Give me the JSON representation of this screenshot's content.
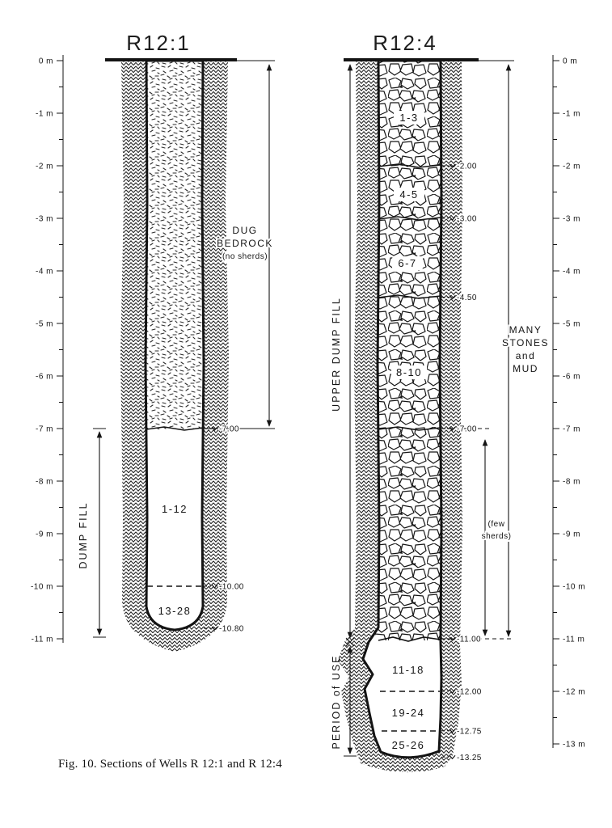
{
  "figure": {
    "caption": "Fig. 10. Sections of Wells R 12:1 and R 12:4"
  },
  "colors": {
    "ink": "#141414",
    "paper": "#ffffff"
  },
  "left_well": {
    "title": "R12:1",
    "scale": [
      "0 m",
      "-1 m",
      "-2 m",
      "-3 m",
      "-4 m",
      "-5 m",
      "-6 m",
      "-7 m",
      "-8 m",
      "-9 m",
      "-10 m",
      "-11 m"
    ],
    "bedrock_lines": [
      "DUG",
      "BEDROCK",
      "(no sherds)"
    ],
    "dump_fill_label": "DUMP FILL",
    "group_upper": "1-12",
    "group_lower": "13-28",
    "depth_marks": [
      "-7.00",
      "-10.00",
      "-10.80"
    ]
  },
  "right_well": {
    "title": "R12:4",
    "scale": [
      "0 m",
      "-1 m",
      "-2 m",
      "-3 m",
      "-4 m",
      "-5 m",
      "-6 m",
      "-7 m",
      "-8 m",
      "-9 m",
      "-10 m",
      "-11 m",
      "-12 m",
      "-13 m"
    ],
    "upper_dump_fill_label": "UPPER DUMP FILL",
    "period_of_use_label": "PERIOD of USE",
    "stones_lines": [
      "MANY",
      "STONES",
      "and",
      "MUD"
    ],
    "few_sherds_lines": [
      "(few",
      "sherds)"
    ],
    "groups": [
      "1-3",
      "4-5",
      "6-7",
      "8-10"
    ],
    "chamber_groups": [
      "11-18",
      "19-24",
      "25-26"
    ],
    "depth_marks": [
      "-2.00",
      "-3.00",
      "-4.50",
      "-7.00",
      "-11.00",
      "-12.00",
      "-12.75",
      "-13.25"
    ]
  }
}
